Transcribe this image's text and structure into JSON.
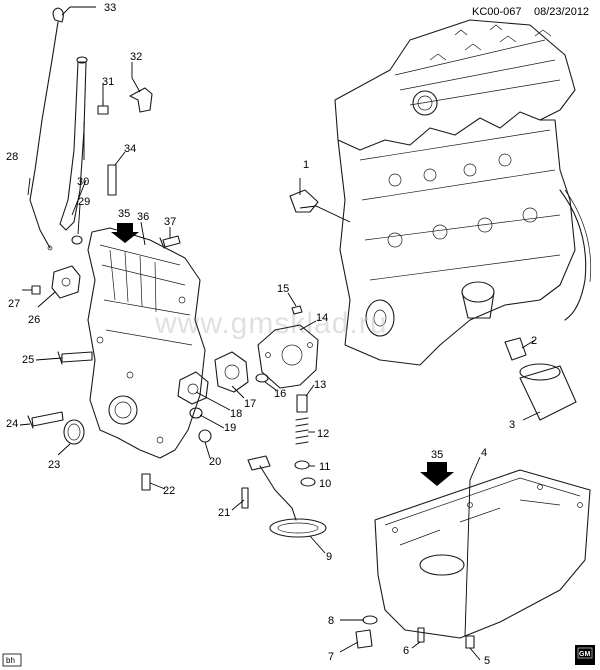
{
  "header": {
    "doc_id": "KC00-067",
    "date": "08/23/2012"
  },
  "watermark": "www.gmsklad.ru",
  "corner_badge": "bh",
  "logo": "GM",
  "callouts": [
    "1",
    "2",
    "3",
    "4",
    "5",
    "6",
    "7",
    "8",
    "9",
    "10",
    "11",
    "12",
    "13",
    "14",
    "15",
    "16",
    "17",
    "18",
    "19",
    "20",
    "21",
    "22",
    "23",
    "24",
    "25",
    "26",
    "27",
    "28",
    "29",
    "30",
    "31",
    "32",
    "33",
    "34",
    "35",
    "36",
    "37",
    "35"
  ],
  "colors": {
    "line": "#1a1a1a",
    "arrow": "#000000",
    "watermark": "#c8c8c8"
  }
}
